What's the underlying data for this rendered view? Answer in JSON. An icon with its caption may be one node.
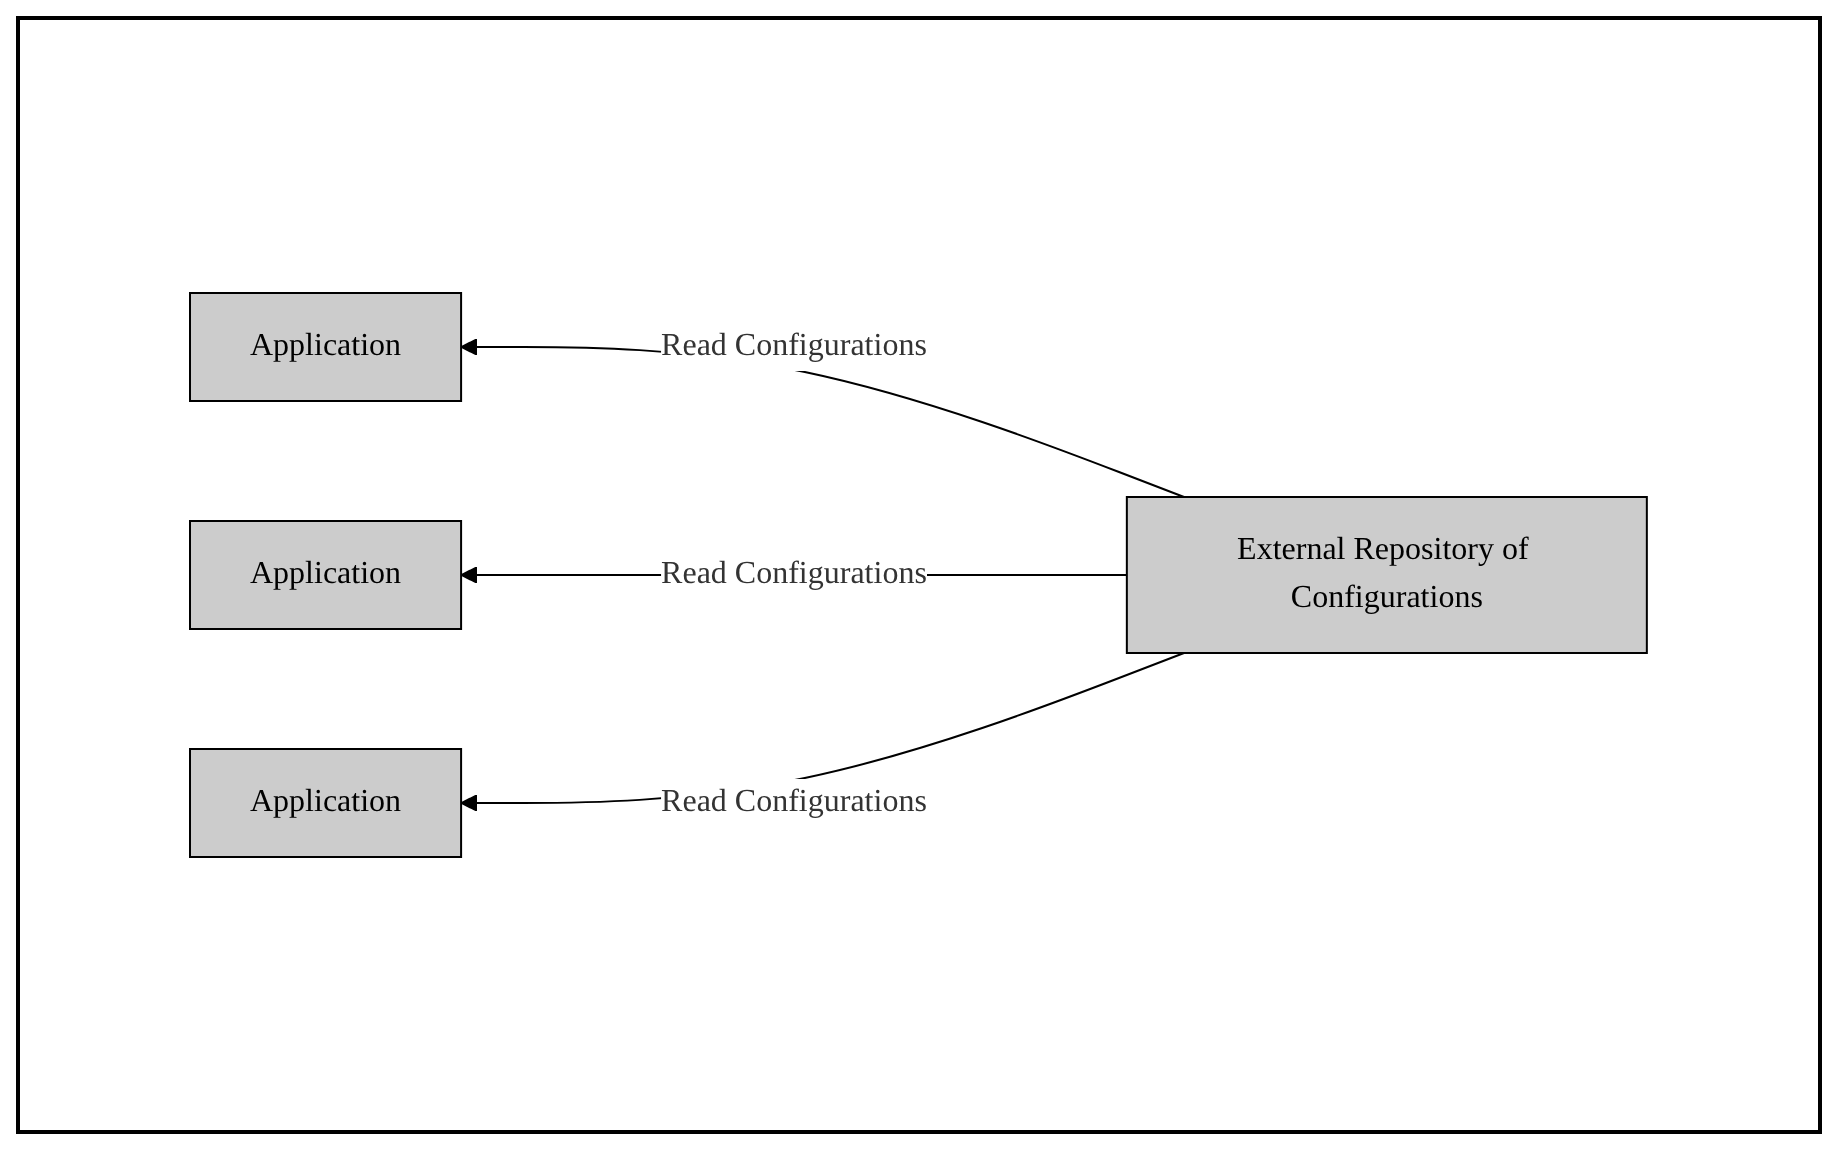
{
  "diagram": {
    "nodes": [
      {
        "text": [
          "Application"
        ]
      },
      {
        "text": [
          "Application"
        ]
      },
      {
        "text": [
          "Application"
        ]
      },
      {
        "text": [
          "External Repository of Configurations"
        ]
      }
    ],
    "edges": [
      {
        "from": 3,
        "to": 0,
        "arrow": "to",
        "label": "Read Configurations"
      },
      {
        "from": 3,
        "to": 1,
        "arrow": "to",
        "label": "Read Configurations"
      },
      {
        "from": 3,
        "to": 2,
        "arrow": "to",
        "label": "Read Configurations"
      }
    ]
  }
}
